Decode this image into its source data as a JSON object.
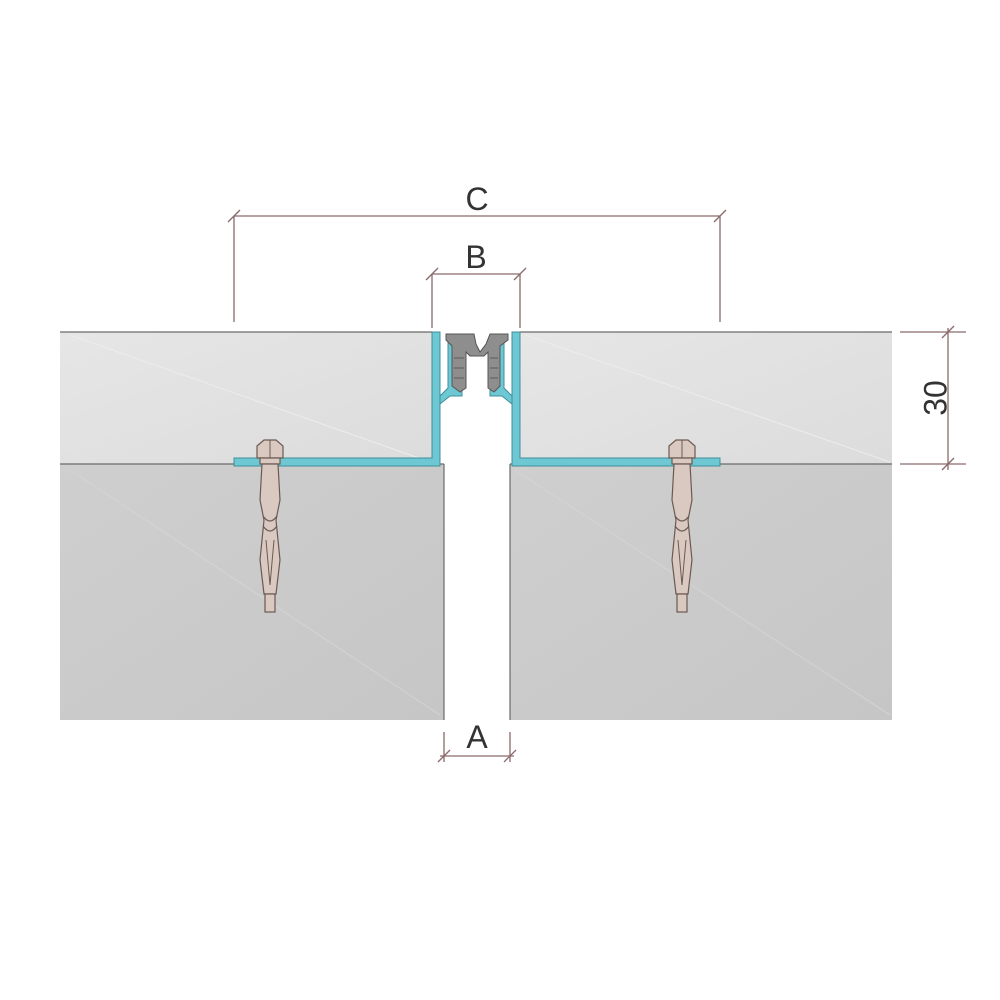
{
  "dimensions": {
    "overall_width_label": "C",
    "profile_width_label": "B",
    "gap_width_label": "A",
    "height_label": "30"
  },
  "colors": {
    "screed": "#e2e2e2",
    "slab": "#cbcbcb",
    "profile": "#6ec8d4",
    "insert": "#8e8e8e",
    "anchor": "#d9c9c1",
    "dimension": "#8a6a6a"
  }
}
